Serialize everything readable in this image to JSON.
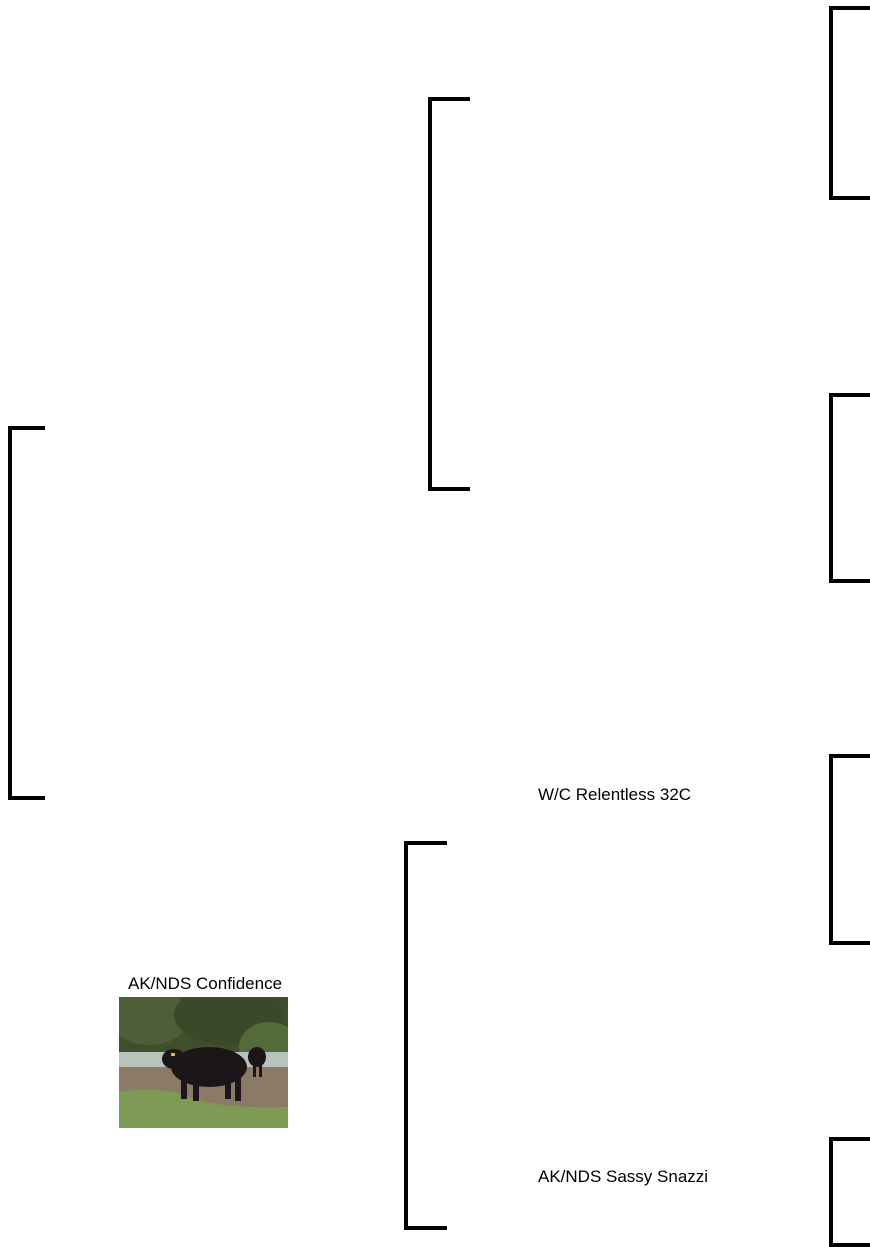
{
  "pedigree": {
    "subject": {
      "name": "AK/NDS Confidence",
      "photo": {
        "description": "photo-cow",
        "colors": {
          "sky": "#c9d3cf",
          "foliage": "#3f4f2d",
          "ground": "#8a7a66",
          "grass": "#7f9a55",
          "cow": "#1c1618"
        }
      }
    },
    "sire": {
      "name": ""
    },
    "dam": {
      "name": ""
    },
    "sire_of_dam": {
      "name": "W/C Relentless 32C"
    },
    "dam_of_dam": {
      "name": "AK/NDS Sassy Snazzi"
    }
  },
  "style": {
    "line_color": "#000000",
    "background": "#ffffff"
  }
}
